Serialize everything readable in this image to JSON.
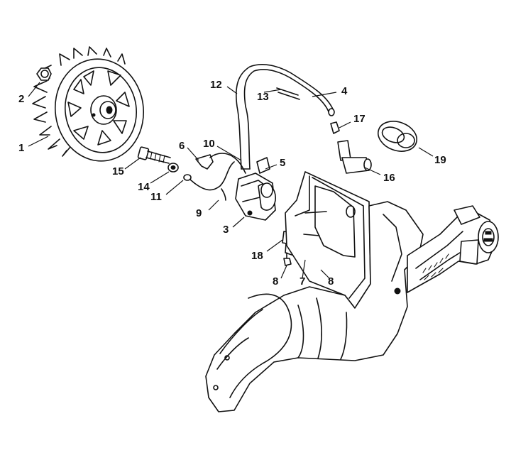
{
  "callouts": [
    {
      "id": "1",
      "label": "1"
    },
    {
      "id": "2",
      "label": "2"
    },
    {
      "id": "3",
      "label": "3"
    },
    {
      "id": "4",
      "label": "4"
    },
    {
      "id": "5",
      "label": "5"
    },
    {
      "id": "6",
      "label": "6"
    },
    {
      "id": "7",
      "label": "7"
    },
    {
      "id": "8a",
      "label": "8"
    },
    {
      "id": "8b",
      "label": "8"
    },
    {
      "id": "9",
      "label": "9"
    },
    {
      "id": "10",
      "label": "10"
    },
    {
      "id": "11",
      "label": "11"
    },
    {
      "id": "12",
      "label": "12"
    },
    {
      "id": "13",
      "label": "13"
    },
    {
      "id": "14",
      "label": "14"
    },
    {
      "id": "15",
      "label": "15"
    },
    {
      "id": "16",
      "label": "16"
    },
    {
      "id": "17",
      "label": "17"
    },
    {
      "id": "18",
      "label": "18"
    },
    {
      "id": "19",
      "label": "19"
    }
  ]
}
